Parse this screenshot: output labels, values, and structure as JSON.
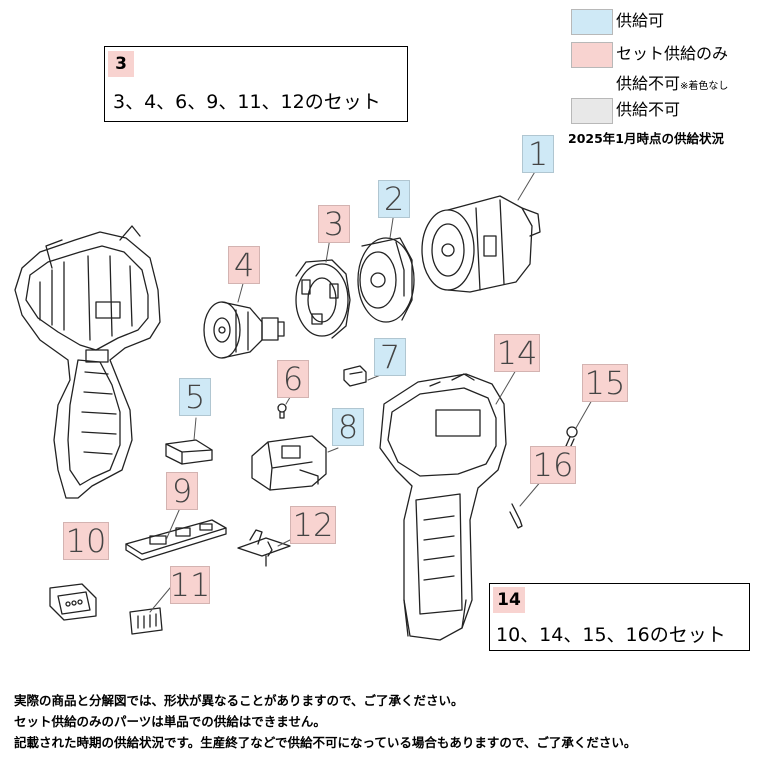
{
  "legend": {
    "supply_ok": "供給可",
    "set_only": "セット供給のみ",
    "no_supply_uncolored": "供給不可",
    "no_supply_uncolored_note": "※着色なし",
    "no_supply": "供給不可",
    "status_date": "2025年1月時点の供給状況",
    "colors": {
      "supply_ok": "#cfe9f6",
      "set_only": "#f8d3d0",
      "no_supply": "#e8e8e8"
    }
  },
  "sets": [
    {
      "id": "3",
      "text": "3、4、6、9、11、12のセット"
    },
    {
      "id": "14",
      "text": "10、14、15、16のセット"
    }
  ],
  "callouts": [
    {
      "number": "1",
      "status": "supply_ok"
    },
    {
      "number": "2",
      "status": "supply_ok"
    },
    {
      "number": "3",
      "status": "set_only"
    },
    {
      "number": "4",
      "status": "set_only"
    },
    {
      "number": "5",
      "status": "supply_ok"
    },
    {
      "number": "6",
      "status": "set_only"
    },
    {
      "number": "7",
      "status": "supply_ok"
    },
    {
      "number": "8",
      "status": "supply_ok"
    },
    {
      "number": "9",
      "status": "set_only"
    },
    {
      "number": "10",
      "status": "set_only"
    },
    {
      "number": "11",
      "status": "set_only"
    },
    {
      "number": "12",
      "status": "set_only"
    },
    {
      "number": "14",
      "status": "set_only"
    },
    {
      "number": "15",
      "status": "set_only"
    },
    {
      "number": "16",
      "status": "set_only"
    }
  ],
  "notes": [
    "実際の商品と分解図では、形状が異なることがありますので、ご了承ください。",
    "セット供給のみのパーツは単品での供給はできません。",
    "記載された時期の供給状況です。生産終了などで供給不可になっている場合もありますので、ご了承ください。"
  ]
}
